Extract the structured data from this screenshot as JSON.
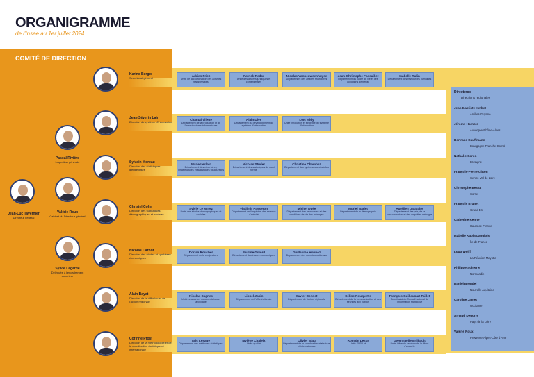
{
  "title": "ORGANIGRAMME",
  "subtitle": "de l'Insee au 1er juillet 2024",
  "comite": "COMITÉ DE DIRECTION",
  "left_people": [
    {
      "name": "Jean-Luc Tavernier",
      "role": "Directeur général"
    },
    {
      "name": "Pascal Rivière",
      "role": "Inspection générale"
    },
    {
      "name": "Valérie Roux",
      "role": "Cabinet du Directeur général"
    },
    {
      "name": "Sylvie Lagarde",
      "role": "Déléguée à l'encadrement supérieur"
    }
  ],
  "rows": [
    {
      "name": "Karine Berger",
      "role": "Secrétariat général",
      "units": [
        {
          "name": "Adrien Friez",
          "role": "Unité de la coordination des activités transversales"
        },
        {
          "name": "Patrick Redor",
          "role": "Unité des affaires juridiques et contentieuses"
        },
        {
          "name": "Nicolas Vanneuweenhuyse",
          "role": "Département des affaires financières"
        },
        {
          "name": "Jean-Christophe Fassuillet",
          "role": "Département du cadre de vie et des conditions de travail"
        },
        {
          "name": "Isabelle Rulin",
          "role": "Département des ressources humaines"
        }
      ]
    },
    {
      "name": "Jean-Séverin Lair",
      "role": "Direction du système d'information",
      "units": [
        {
          "name": "Chantal Vilette",
          "role": "Département de la production et de l'infrastructures informatiques"
        },
        {
          "name": "Alain Dive",
          "role": "Département du développement du système d'information"
        },
        {
          "name": "Loïc Midy",
          "role": "Unité innovation et stratégie du système d'information"
        }
      ]
    },
    {
      "name": "Sylvain Moreau",
      "role": "Direction des statistiques d'entreprises",
      "units": [
        {
          "name": "Marie Leclair",
          "role": "Département des répertoires, infrastructures et statistiques structurelles"
        },
        {
          "name": "Nicolas Studer",
          "role": "Département des statistiques de court terme"
        },
        {
          "name": "Christine Chambaz",
          "role": "Département des synthèses sectorielles"
        }
      ]
    },
    {
      "name": "Christel Colin",
      "role": "Direction des statistiques démographiques et sociales",
      "units": [
        {
          "name": "Sylvie Le Minez",
          "role": "Unité des études démographiques et sociales"
        },
        {
          "name": "Vladimir Passeron",
          "role": "Département de l'emploi et des revenus d'activité"
        },
        {
          "name": "Michel Duée",
          "role": "Département des ressources et des conditions de vie des ménages"
        },
        {
          "name": "Muriel Barlet",
          "role": "Département de la démographie"
        },
        {
          "name": "Aurélien Daubaire",
          "role": "Département des prix, de la consommation et des enquêtes ménages"
        }
      ]
    },
    {
      "name": "Nicolas Carnot",
      "role": "Direction des études et synthèses économiques",
      "units": [
        {
          "name": "Dorian Roucher",
          "role": "Département de la conjoncture"
        },
        {
          "name": "Pauline Givord",
          "role": "Département des études économiques"
        },
        {
          "name": "Guillaume Houriez",
          "role": "Département des comptes nationaux"
        }
      ]
    },
    {
      "name": "Alain Bayet",
      "role": "Direction de la diffusion et de l'action régionale",
      "units": [
        {
          "name": "Nicolas Sagnes",
          "role": "Unité ressources documentaires et archivage"
        },
        {
          "name": "Lionel Janin",
          "role": "Département de l'offre éditoriale"
        },
        {
          "name": "Xavier Bonnet",
          "role": "Département de l'action régionale"
        },
        {
          "name": "Céline Rouquette",
          "role": "Département de la communication et des services aux publics"
        },
        {
          "name": "François Guillaumat-Taillet",
          "role": "Secrétariat du Conseil national de l'information statistique"
        }
      ]
    },
    {
      "name": "Corinne Prost",
      "role": "Direction de la méthodologie et de la coordination statistique et internationale",
      "units": [
        {
          "name": "Eric Lesage",
          "role": "Département des méthodes statistiques"
        },
        {
          "name": "Mylène Chaleix",
          "role": "Unité qualité"
        },
        {
          "name": "Olivier Biau",
          "role": "Département de la coordination statistique et internationale"
        },
        {
          "name": "Romain Lesur",
          "role": "Unité SSP Lab"
        },
        {
          "name": "Gwennaëlle Brilhault",
          "role": "Unité Offre de services de la filière d'enquête"
        }
      ]
    }
  ],
  "directeurs_title": "Directeurs",
  "directeurs_subtitle": "Directions régionales",
  "directeurs": [
    {
      "name": "Jean-Baptiste Herbet",
      "region": "Antilles-Guyane"
    },
    {
      "name": "Jérome Harnois",
      "region": "Auvergne-Rhône-Alpes"
    },
    {
      "name": "Bertrand Kauffmann",
      "region": "Bourgogne-Franche-Comté"
    },
    {
      "name": "Nathalie Caron",
      "region": "Bretagne"
    },
    {
      "name": "François-Pierre Gitton",
      "region": "Centre-Val de Loire"
    },
    {
      "name": "Christophe Bessa",
      "region": "Corse"
    },
    {
      "name": "François Brunet",
      "region": "Grand Est"
    },
    {
      "name": "Catherine Renne",
      "region": "Hauts-de-France"
    },
    {
      "name": "Isabelle Kabla-Langlois",
      "region": "Île-de-France"
    },
    {
      "name": "Loup Wolff",
      "region": "La Réunion-Mayotte"
    },
    {
      "name": "Philippe Scherrer",
      "region": "Normandie"
    },
    {
      "name": "Daniel Brondel",
      "region": "Nouvelle Aquitaine"
    },
    {
      "name": "Caroline Jamet",
      "region": "Occitanie"
    },
    {
      "name": "Arnaud Degorre",
      "region": "Pays de la Loire"
    },
    {
      "name": "Valérie Roux",
      "region": "Provence-Alpes-Côte d'Azur"
    }
  ]
}
